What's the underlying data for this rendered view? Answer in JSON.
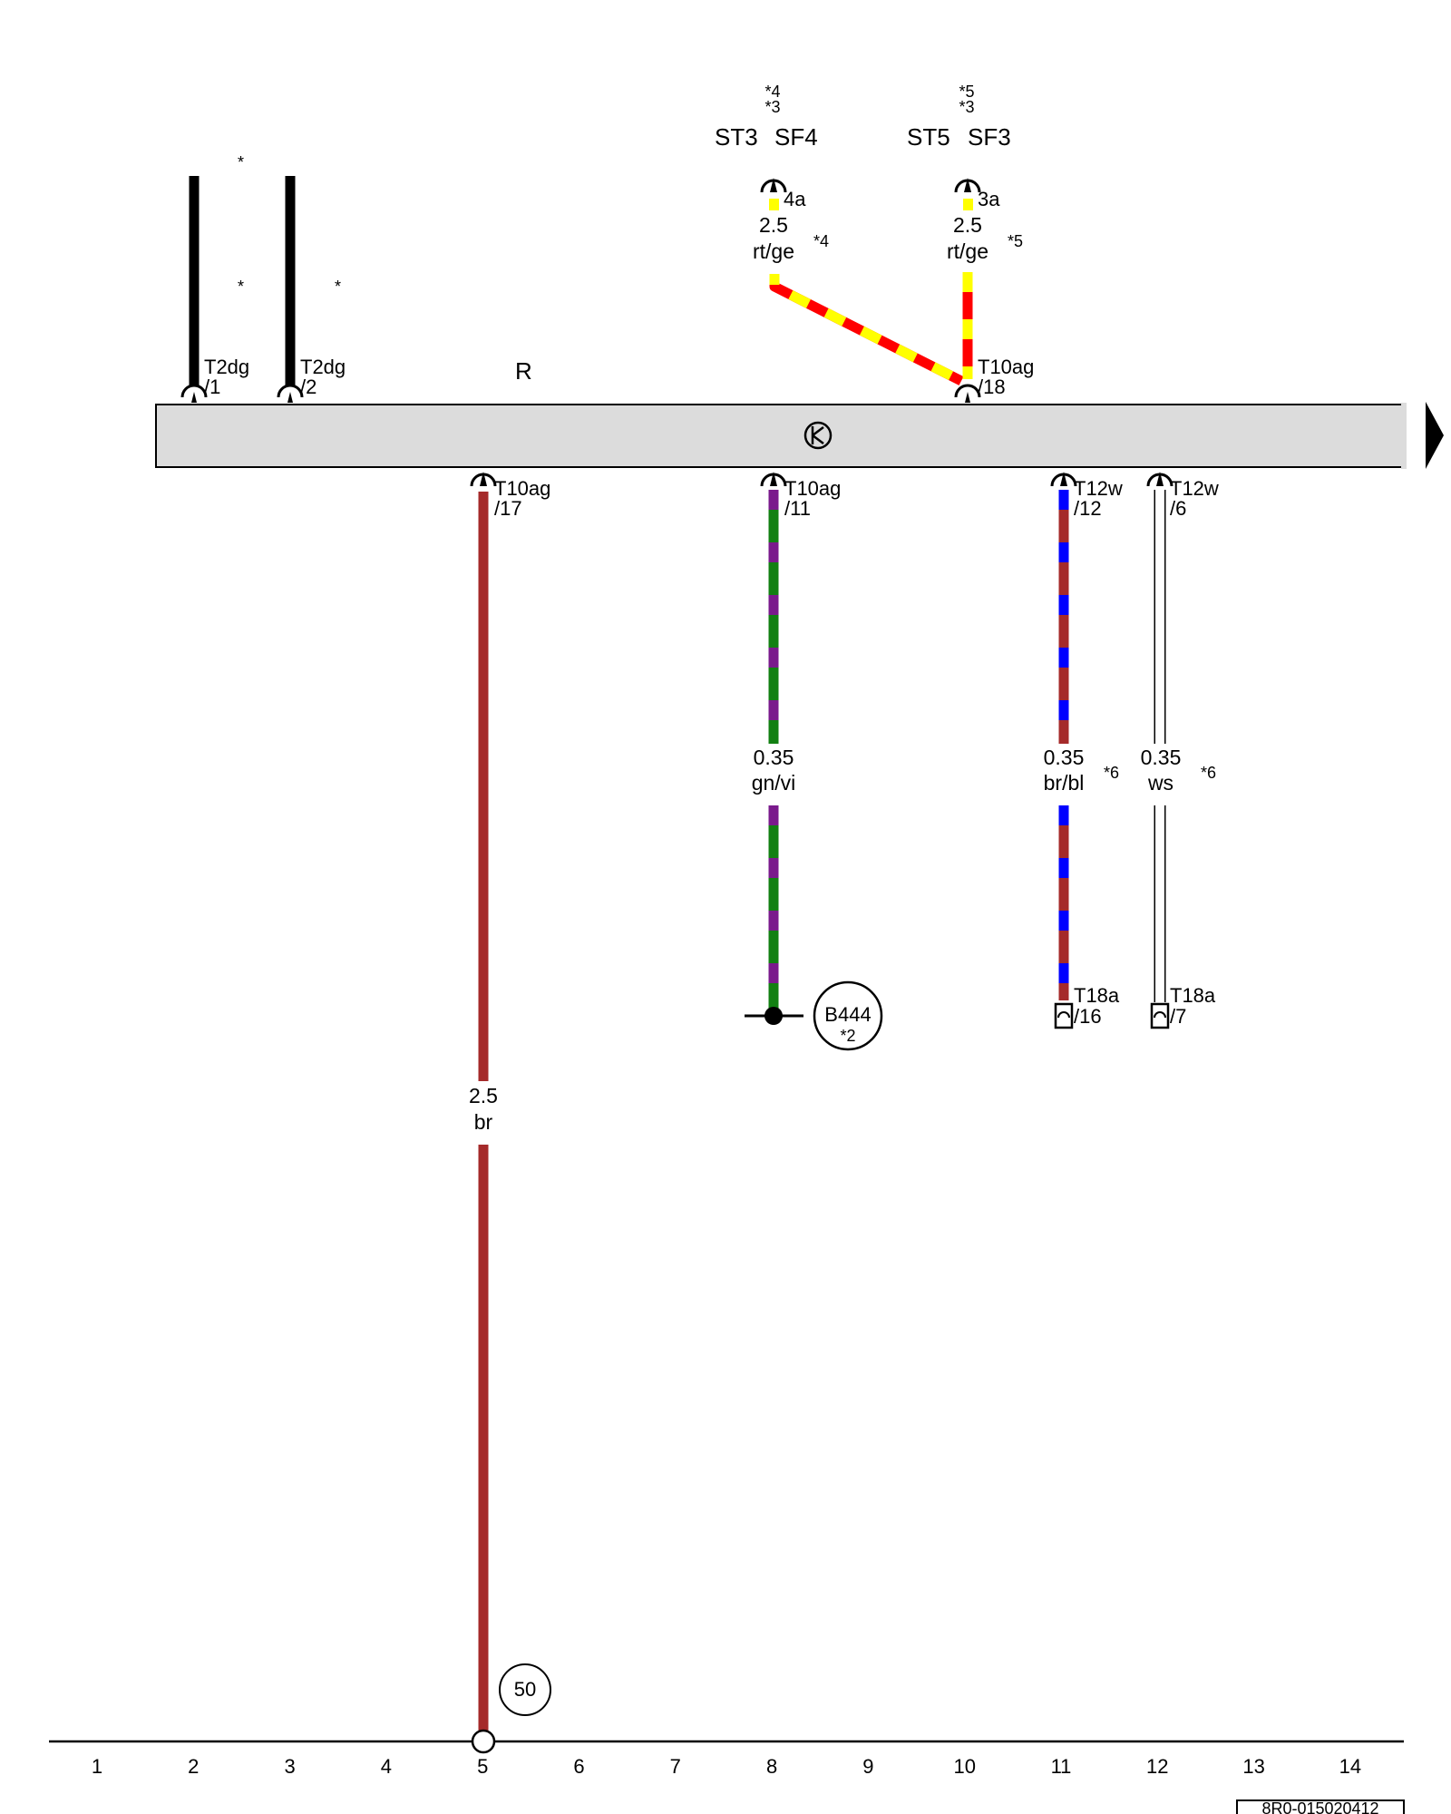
{
  "colors": {
    "background": "#ffffff",
    "ink": "#000000",
    "component_fill": "#dcdcdc",
    "br": "#a52a2a",
    "gn": "#128012",
    "vi": "#7a1a8c",
    "bl": "#0000ff",
    "rt": "#ff0000",
    "ge": "#ffff00",
    "ws": "#ffffff"
  },
  "component": {
    "label": "R",
    "symbol_icon": "transistor-circle-icon",
    "continues_icon": "continue-arrow-icon"
  },
  "top_labels": {
    "st3": "ST3",
    "sf4": "SF4",
    "st5": "ST5",
    "sf3": "SF3",
    "st3_note_a": "*4",
    "st3_note_b": "*3",
    "st5_note_a": "*5",
    "st5_note_b": "*3"
  },
  "stars": {
    "s1": "*",
    "s2": "*",
    "s3": "*"
  },
  "connectors": {
    "t2dg1_name": "T2dg",
    "t2dg1_pin": "/1",
    "t2dg2_name": "T2dg",
    "t2dg2_pin": "/2",
    "t10ag18_name": "T10ag",
    "t10ag18_pin": "/18",
    "t10ag17_name": "T10ag",
    "t10ag17_pin": "/17",
    "t10ag11_name": "T10ag",
    "t10ag11_pin": "/11",
    "t12w12_name": "T12w",
    "t12w12_pin": "/12",
    "t12w6_name": "T12w",
    "t12w6_pin": "/6",
    "t18a16_name": "T18a",
    "t18a16_pin": "/16",
    "t18a7_name": "T18a",
    "t18a7_pin": "/7",
    "sf4_pin": "4a",
    "sf3_pin": "3a"
  },
  "wires": {
    "rtge4_size": "2.5",
    "rtge4_color": "rt/ge",
    "rtge4_note": "*4",
    "rtge5_size": "2.5",
    "rtge5_color": "rt/ge",
    "rtge5_note": "*5",
    "br_size": "2.5",
    "br_color": "br",
    "gnvi_size": "0.35",
    "gnvi_color": "gn/vi",
    "brbl_size": "0.35",
    "brbl_color": "br/bl",
    "brbl_note": "*6",
    "ws_size": "0.35",
    "ws_color": "ws",
    "ws_note": "*6"
  },
  "ground_point": {
    "label": "B444",
    "note": "*2"
  },
  "earth_marker": "50",
  "footer": {
    "tracks": [
      "1",
      "2",
      "3",
      "4",
      "5",
      "6",
      "7",
      "8",
      "9",
      "10",
      "11",
      "12",
      "13",
      "14"
    ],
    "drawing_code": "8R0-015020412"
  }
}
